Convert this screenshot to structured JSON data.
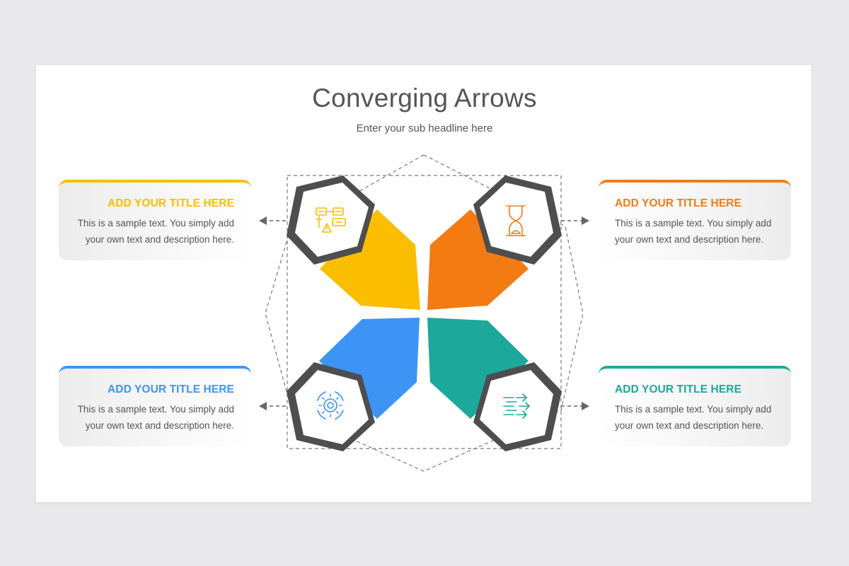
{
  "header": {
    "title": "Converging Arrows",
    "subtitle": "Enter your sub headline here"
  },
  "colors": {
    "yellow": "#fbbd00",
    "orange": "#f37b12",
    "blue": "#3d94f5",
    "teal": "#1ca89a",
    "text": "#555555",
    "hex_outline": "#5a5a5a"
  },
  "items": [
    {
      "position": "top-left",
      "title": "ADD YOUR TITLE HERE",
      "line1": "This is a sample text. You simply add",
      "line2": "your own text and description here.",
      "icon": "server-warning-icon"
    },
    {
      "position": "top-right",
      "title": "ADD YOUR TITLE HERE",
      "line1": "This is a sample text. You simply add",
      "line2": "your own text and description here.",
      "icon": "hourglass-icon"
    },
    {
      "position": "bottom-left",
      "title": "ADD YOUR TITLE HERE",
      "line1": "This is a sample text. You simply add",
      "line2": "your own text and description here.",
      "icon": "gear-cycle-icon"
    },
    {
      "position": "bottom-right",
      "title": "ADD YOUR TITLE HERE",
      "line1": "This is a sample text. You simply add",
      "line2": "your own text and description here.",
      "icon": "converging-arrows-icon"
    }
  ]
}
